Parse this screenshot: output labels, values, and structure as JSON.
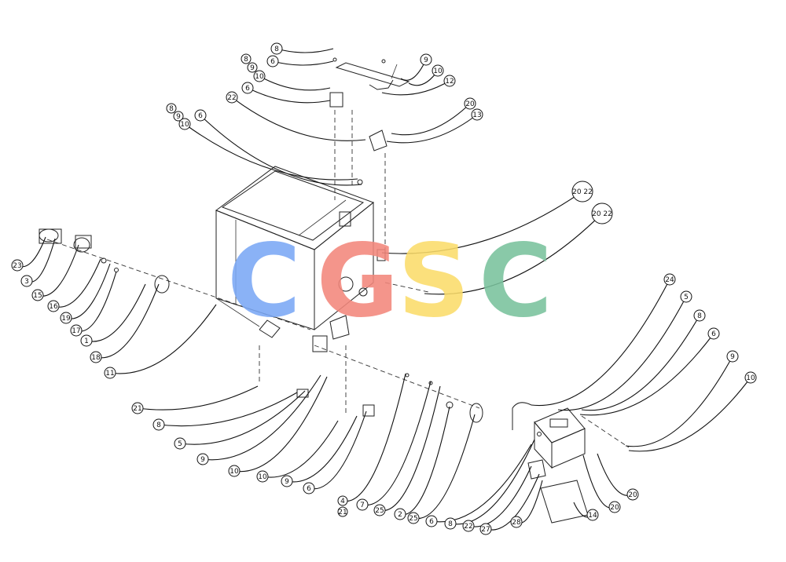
{
  "watermark": {
    "letters": [
      {
        "char": "C",
        "color": "#7aa7f5"
      },
      {
        "char": "G",
        "color": "#f2867b"
      },
      {
        "char": "S",
        "color": "#fbdc6a"
      },
      {
        "char": "C",
        "color": "#79c29c"
      }
    ]
  },
  "callouts": [
    {
      "id": "c-8a",
      "text": "8"
    },
    {
      "id": "c-6a",
      "text": "6"
    },
    {
      "id": "c-8b",
      "text": "8"
    },
    {
      "id": "c-9a",
      "text": "9"
    },
    {
      "id": "c-10a",
      "text": "10"
    },
    {
      "id": "c-6b",
      "text": "6"
    },
    {
      "id": "c-22a",
      "text": "22"
    },
    {
      "id": "c-9b",
      "text": "9"
    },
    {
      "id": "c-10b",
      "text": "10"
    },
    {
      "id": "c-12",
      "text": "12"
    },
    {
      "id": "c-20a",
      "text": "20"
    },
    {
      "id": "c-13",
      "text": "13"
    },
    {
      "id": "c-8c",
      "text": "8"
    },
    {
      "id": "c-9c",
      "text": "9"
    },
    {
      "id": "c-10c",
      "text": "10"
    },
    {
      "id": "c-6c",
      "text": "6"
    },
    {
      "id": "c-2022a",
      "text": "20 22"
    },
    {
      "id": "c-2022b",
      "text": "20 22"
    },
    {
      "id": "c-23",
      "text": "23"
    },
    {
      "id": "c-3",
      "text": "3"
    },
    {
      "id": "c-15",
      "text": "15"
    },
    {
      "id": "c-16",
      "text": "16"
    },
    {
      "id": "c-19",
      "text": "19"
    },
    {
      "id": "c-17",
      "text": "17"
    },
    {
      "id": "c-1",
      "text": "1"
    },
    {
      "id": "c-18",
      "text": "18"
    },
    {
      "id": "c-11",
      "text": "11"
    },
    {
      "id": "c-24",
      "text": "24"
    },
    {
      "id": "c-5a",
      "text": "5"
    },
    {
      "id": "c-8d",
      "text": "8"
    },
    {
      "id": "c-6d",
      "text": "6"
    },
    {
      "id": "c-9d",
      "text": "9"
    },
    {
      "id": "c-10d",
      "text": "10"
    },
    {
      "id": "c-21a",
      "text": "21"
    },
    {
      "id": "c-8e",
      "text": "8"
    },
    {
      "id": "c-5b",
      "text": "5"
    },
    {
      "id": "c-9e",
      "text": "9"
    },
    {
      "id": "c-10e",
      "text": "10"
    },
    {
      "id": "c-10f",
      "text": "10"
    },
    {
      "id": "c-9f",
      "text": "9"
    },
    {
      "id": "c-6e",
      "text": "6"
    },
    {
      "id": "c-4",
      "text": "4"
    },
    {
      "id": "c-21b",
      "text": "21"
    },
    {
      "id": "c-7",
      "text": "7"
    },
    {
      "id": "c-25a",
      "text": "25"
    },
    {
      "id": "c-2",
      "text": "2"
    },
    {
      "id": "c-25b",
      "text": "25"
    },
    {
      "id": "c-6f",
      "text": "6"
    },
    {
      "id": "c-8f",
      "text": "8"
    },
    {
      "id": "c-22b",
      "text": "22"
    },
    {
      "id": "c-27",
      "text": "27"
    },
    {
      "id": "c-28",
      "text": "28"
    },
    {
      "id": "c-14",
      "text": "14"
    },
    {
      "id": "c-20b",
      "text": "20"
    },
    {
      "id": "c-20c",
      "text": "20"
    }
  ]
}
